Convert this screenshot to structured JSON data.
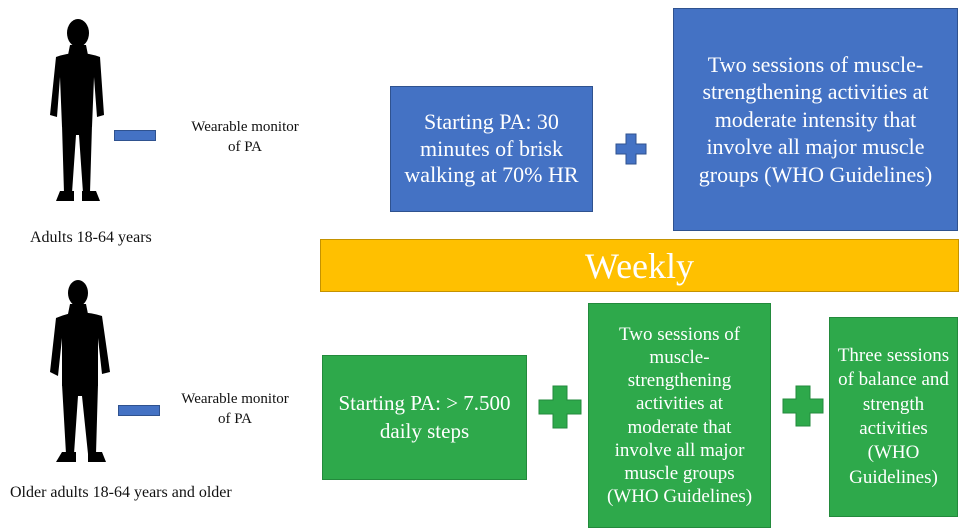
{
  "top_section": {
    "person_caption": "Adults 18-64 years",
    "wearable_label_line1": "Wearable monitor",
    "wearable_label_line2": "of PA",
    "starting_pa": "Starting PA: 30 minutes of brisk walking at 70% HR",
    "muscle_sessions": "Two sessions of muscle-strengthening activities at moderate intensity that involve all major muscle groups (WHO Guidelines)"
  },
  "banner": {
    "label": "Weekly"
  },
  "bottom_section": {
    "person_caption": "Older adults 18-64 years and older",
    "wearable_label_line1": "Wearable monitor",
    "wearable_label_line2": "of PA",
    "starting_pa": "Starting PA: > 7.500 daily steps",
    "muscle_sessions": "Two sessions of muscle-strengthening activities at moderate that involve all major muscle groups (WHO Guidelines)",
    "balance_sessions": "Three sessions of balance and strength activities (WHO Guidelines)"
  },
  "colors": {
    "blue": "#4472c4",
    "green": "#2ea94b",
    "yellow": "#ffc000"
  },
  "icons": [
    "adult-silhouette-icon",
    "older-adult-silhouette-icon",
    "plus-icon"
  ]
}
